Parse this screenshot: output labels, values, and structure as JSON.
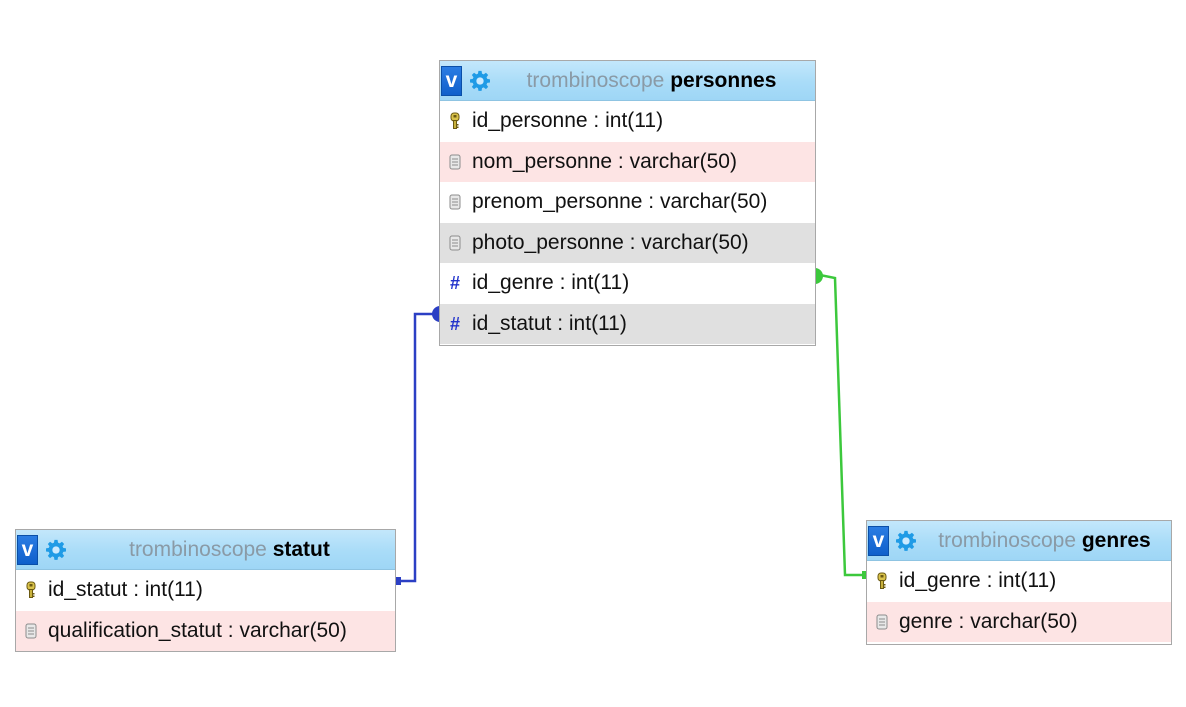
{
  "diagram": {
    "database": "trombinoscope",
    "colors": {
      "link_statut": "#2b3fc4",
      "link_genres": "#3cc83c",
      "header": "#a9dcf8",
      "row_pink": "#fde4e4",
      "row_grey": "#e0e0e0",
      "fk_hash": "#2233cc"
    },
    "icons": {
      "collapse": "v-toggle-icon",
      "options": "gear-icon",
      "primary_key": "key-icon",
      "text_column": "text-column-icon",
      "numeric_column": "hash-icon"
    },
    "tables": {
      "personnes": {
        "db": "trombinoscope",
        "name": "personnes",
        "toggle": "v",
        "columns": [
          {
            "label": "id_personne : int(11)",
            "icon": "key-icon",
            "shade": "none"
          },
          {
            "label": "nom_personne : varchar(50)",
            "icon": "text-column-icon",
            "shade": "pink"
          },
          {
            "label": "prenom_personne : varchar(50)",
            "icon": "text-column-icon",
            "shade": "none"
          },
          {
            "label": "photo_personne : varchar(50)",
            "icon": "text-column-icon",
            "shade": "grey"
          },
          {
            "label": "id_genre : int(11)",
            "icon": "hash-icon",
            "shade": "none"
          },
          {
            "label": "id_statut : int(11)",
            "icon": "hash-icon",
            "shade": "grey"
          }
        ]
      },
      "statut": {
        "db": "trombinoscope",
        "name": "statut",
        "toggle": "v",
        "columns": [
          {
            "label": "id_statut : int(11)",
            "icon": "key-icon",
            "shade": "none"
          },
          {
            "label": "qualification_statut : varchar(50)",
            "icon": "text-column-icon",
            "shade": "pink"
          }
        ]
      },
      "genres": {
        "db": "trombinoscope",
        "name": "genres",
        "toggle": "v",
        "columns": [
          {
            "label": "id_genre : int(11)",
            "icon": "key-icon",
            "shade": "none"
          },
          {
            "label": "genre : varchar(50)",
            "icon": "text-column-icon",
            "shade": "pink"
          }
        ]
      }
    },
    "relations": [
      {
        "from_table": "personnes",
        "from_column": "id_statut",
        "to_table": "statut",
        "to_column": "id_statut",
        "color": "#2b3fc4"
      },
      {
        "from_table": "personnes",
        "from_column": "id_genre",
        "to_table": "genres",
        "to_column": "id_genre",
        "color": "#3cc83c"
      }
    ]
  }
}
